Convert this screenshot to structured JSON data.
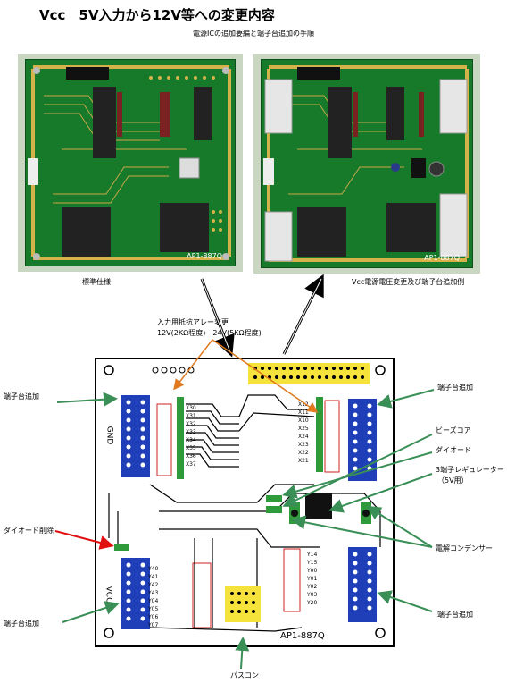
{
  "title": "Vcc　5V入力から12V等への変更内容",
  "subtitle": "電源ICの追加要編と端子台追加の手順",
  "photos": {
    "left_caption": "標準仕様",
    "right_caption": "Vcc電源電圧変更及び端子台追加例",
    "board_label": "AP1-887Q"
  },
  "notes": {
    "resistor_title": "入力用抵抗アレー変更",
    "resistor_detail": "12V(2KΩ程度)　24V(5KΩ程度)"
  },
  "diagram": {
    "board_label": "AP1-887Q",
    "gnd_label": "GND",
    "vcc_label": "VCC",
    "x_pins_left": [
      "X30",
      "X31",
      "X32",
      "X33",
      "X34",
      "X35",
      "X36",
      "X37"
    ],
    "x_pins_right": [
      "X12",
      "X11",
      "X10",
      "X25",
      "X24",
      "X23",
      "X22",
      "X21"
    ],
    "y_pins_left": [
      "Y40",
      "Y41",
      "Y42",
      "Y43",
      "Y04",
      "Y05",
      "Y06",
      "Y07"
    ],
    "y_pins_right": [
      "Y14",
      "Y15",
      "Y00",
      "Y01",
      "Y02",
      "Y03",
      "Y20"
    ]
  },
  "callouts": {
    "terminal_add_top_left": "端子台追加",
    "terminal_add_top_right": "端子台追加",
    "beads_core": "ビーズコア",
    "diode": "ダイオード",
    "regulator": "3端子レギュレーター",
    "regulator_note": "（5V用）",
    "diode_remove": "ダイオード削除",
    "electrolytic_cap": "電解コンデンサー",
    "terminal_add_bottom_left": "端子台追加",
    "terminal_add_bottom_right": "端子台追加",
    "bypass_cap": "パスコン"
  },
  "colors": {
    "arrow_green": "#3a8f57",
    "arrow_orange": "#e07a20",
    "arrow_red": "#e01010",
    "terminal_blue": "#1f3fb8",
    "header_yellow": "#f5e23a"
  }
}
